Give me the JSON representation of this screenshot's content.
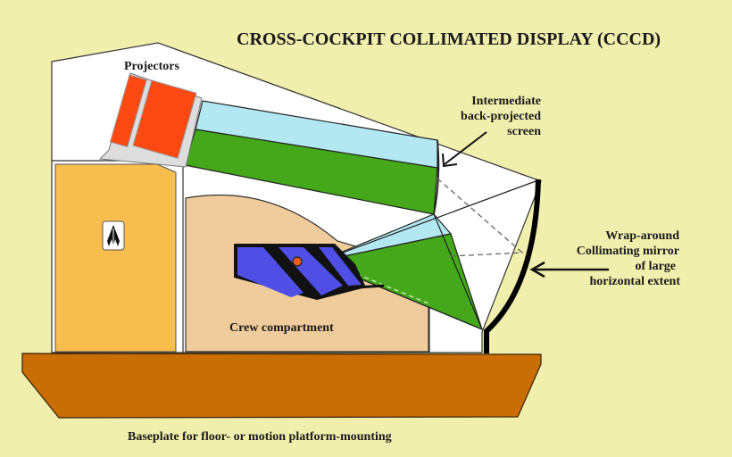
{
  "title": "CROSS-COCKPIT COLLIMATED DISPLAY (CCCD)",
  "labels": {
    "projectors": "Projectors",
    "screen": [
      "Intermediate",
      "back-projected",
      "screen"
    ],
    "mirror": [
      "Wrap-around",
      "Collimating mirror",
      "of large",
      "horizontal extent"
    ],
    "crew": "Crew compartment",
    "baseplate": "Baseplate for floor- or motion platform-mounting"
  },
  "icons": {
    "cabinet_emblem": "aircraft-emblem-icon"
  },
  "colors": {
    "background": "#f0efae",
    "enclosure": "#ffffff",
    "projector": "#fd4912",
    "beam_upper": "#b3e7f2",
    "beam_lower": "#45a81a",
    "cabinet": "#f7bd4e",
    "crew_area": "#f0cc9c",
    "cockpit": "#4f4fe6",
    "eyepoint": "#ee5a18",
    "baseplate": "#c96d05",
    "mirror": "#000000"
  }
}
